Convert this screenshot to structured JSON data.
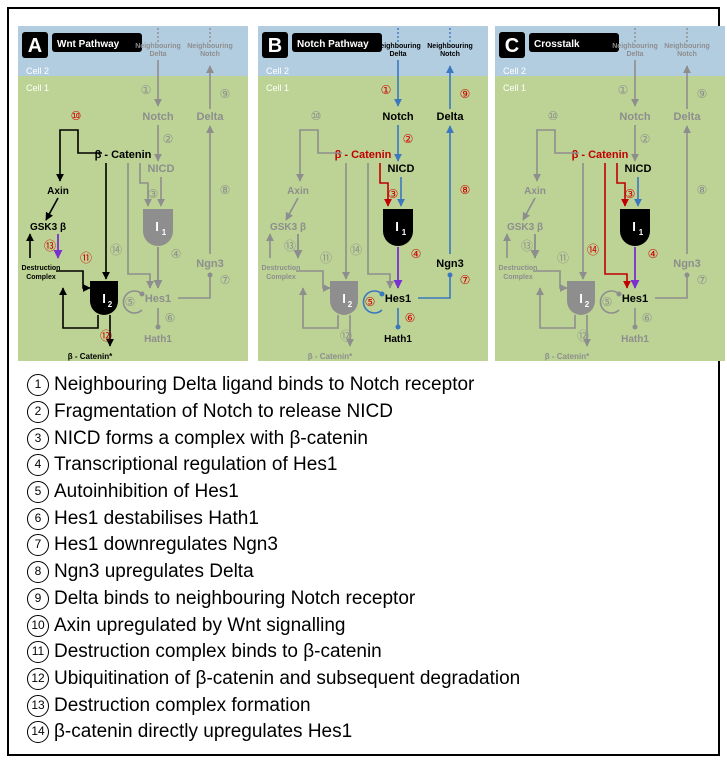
{
  "panels": [
    {
      "letter": "A",
      "title": "Wnt Pathway"
    },
    {
      "letter": "B",
      "title": "Notch Pathway"
    },
    {
      "letter": "C",
      "title": "Crosstalk"
    }
  ],
  "labels": {
    "cell2": "Cell 2",
    "cell1": "Cell 1",
    "neighbouring_delta": [
      "Neighbouring",
      "Delta"
    ],
    "neighbouring_notch": [
      "Neighbouring",
      "Notch"
    ],
    "notch": "Notch",
    "delta": "Delta",
    "nicd": "NICD",
    "beta_catenin": "β - Catenin",
    "axin": "Axin",
    "gsk3": "GSK3 β",
    "destruction": [
      "Destruction",
      "Complex"
    ],
    "i1": "I",
    "i1_sub": "1",
    "i2": "I",
    "i2_sub": "2",
    "ngn3": "Ngn3",
    "hes1": "Hes1",
    "hath1": "Hath1",
    "beta_catenin_star": "β - Catenin*"
  },
  "step_numbers": [
    "①",
    "②",
    "③",
    "④",
    "⑤",
    "⑥",
    "⑦",
    "⑧",
    "⑨",
    "⑩",
    "⑪",
    "⑫",
    "⑬",
    "⑭"
  ],
  "legend": [
    {
      "num": "1",
      "text": "Neighbouring Delta ligand binds to Notch receptor"
    },
    {
      "num": "2",
      "text": "Fragmentation of Notch to release NICD"
    },
    {
      "num": "3",
      "text": "NICD forms a complex with β-catenin"
    },
    {
      "num": "4",
      "text": "Transcriptional regulation of Hes1"
    },
    {
      "num": "5",
      "text": "Autoinhibition of Hes1"
    },
    {
      "num": "6",
      "text": "Hes1 destabilises Hath1"
    },
    {
      "num": "7",
      "text": "Hes1 downregulates Ngn3"
    },
    {
      "num": "8",
      "text": "Ngn3 upregulates Delta"
    },
    {
      "num": "9",
      "text": "Delta binds to neighbouring Notch receptor"
    },
    {
      "num": "10",
      "text": "Axin upregulated by Wnt signalling"
    },
    {
      "num": "11",
      "text": "Destruction complex binds to β-catenin"
    },
    {
      "num": "12",
      "text": "Ubiquitination of β-catenin and subsequent degradation"
    },
    {
      "num": "13",
      "text": "Destruction complex formation"
    },
    {
      "num": "14",
      "text": "β-catenin directly upregulates Hes1"
    }
  ],
  "colors": {
    "cell2_bg": "#b3cde0",
    "cell1_bg": "#bcd395",
    "active": "#000000",
    "faded": "#8e8e8e",
    "notch_blue": "#3b78c0",
    "catenin_red": "#c00000",
    "purple": "#7a2fd0",
    "step_red": "#d00000"
  },
  "active_elements": {
    "A": [
      "beta_catenin",
      "axin",
      "gsk3",
      "destruction",
      "i2",
      "beta_catenin_star",
      "s10",
      "s11",
      "s12",
      "s13"
    ],
    "B": [
      "neighbouring_delta",
      "neighbouring_notch",
      "notch",
      "delta",
      "nicd",
      "beta_catenin",
      "i1",
      "ngn3",
      "hes1",
      "hath1",
      "s1",
      "s2",
      "s3",
      "s4",
      "s5",
      "s6",
      "s7",
      "s8",
      "s9"
    ],
    "C": [
      "nicd",
      "beta_catenin",
      "i1",
      "hes1",
      "s3",
      "s4",
      "s14"
    ]
  }
}
